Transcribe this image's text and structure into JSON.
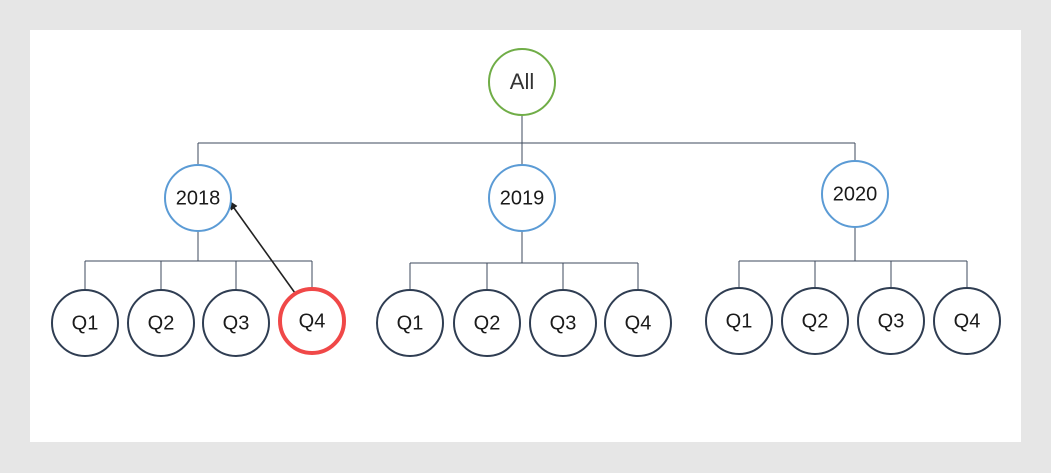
{
  "diagram": {
    "root": {
      "label": "All",
      "color": "#70ad47"
    },
    "years": [
      {
        "label": "2018",
        "quarters": [
          "Q1",
          "Q2",
          "Q3",
          "Q4"
        ]
      },
      {
        "label": "2019",
        "quarters": [
          "Q1",
          "Q2",
          "Q3",
          "Q4"
        ]
      },
      {
        "label": "2020",
        "quarters": [
          "Q1",
          "Q2",
          "Q3",
          "Q4"
        ]
      }
    ],
    "highlighted": {
      "year": "2018",
      "quarter": "Q4",
      "color": "#f04848"
    },
    "colors": {
      "year_stroke": "#5b9bd5",
      "quarter_stroke": "#2f3d52",
      "connector": "#3e4a5c",
      "arrow": "#222222"
    }
  }
}
